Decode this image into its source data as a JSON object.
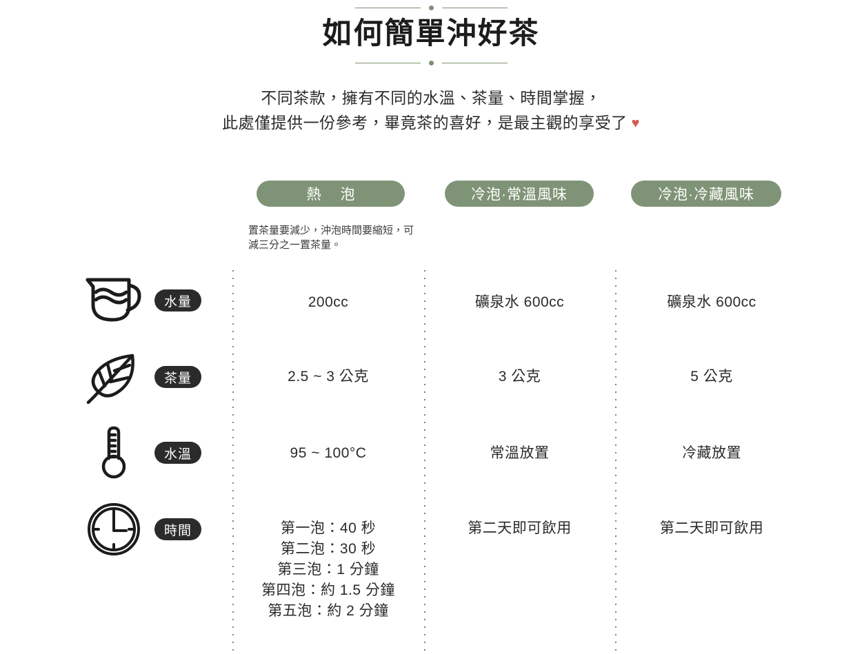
{
  "page": {
    "title": "如何簡單沖好茶",
    "subtitle_line1": "不同茶款，擁有不同的水溫、茶量、時間掌握，",
    "subtitle_line2": "此處僅提供一份參考，畢竟茶的喜好，是最主觀的享受了",
    "heart_glyph": "♥",
    "accent_green": "#7f9476",
    "divider_green": "#7b9072",
    "dot_green": "#6f8a64",
    "label_dark": "#2b2b2b",
    "heart_red": "#d6594b"
  },
  "columns": [
    {
      "id": "hot",
      "label": "熱泡",
      "note": "置茶量要減少，沖泡時間要縮短，可減三分之一置茶量。"
    },
    {
      "id": "cold-room",
      "label": "冷泡·常溫風味",
      "note": ""
    },
    {
      "id": "cold-fridge",
      "label": "冷泡·冷藏風味",
      "note": ""
    }
  ],
  "rows": [
    {
      "id": "water-volume",
      "icon": "pitcher-icon",
      "label": "水量",
      "values": [
        "200cc",
        "礦泉水 600cc",
        "礦泉水 600cc"
      ]
    },
    {
      "id": "tea-amount",
      "icon": "leaf-icon",
      "label": "茶量",
      "values": [
        "2.5 ~ 3 公克",
        "3 公克",
        "5 公克"
      ]
    },
    {
      "id": "water-temperature",
      "icon": "thermometer-icon",
      "label": "水溫",
      "values": [
        "95 ~ 100°C",
        "常溫放置",
        "冷藏放置"
      ]
    },
    {
      "id": "brew-time",
      "icon": "clock-icon",
      "label": "時間",
      "values": [
        "第一泡：40 秒\n第二泡：30 秒\n第三泡：1 分鐘\n第四泡：約 1.5 分鐘\n第五泡：約 2 分鐘",
        "第二天即可飲用",
        "第二天即可飲用"
      ]
    }
  ]
}
